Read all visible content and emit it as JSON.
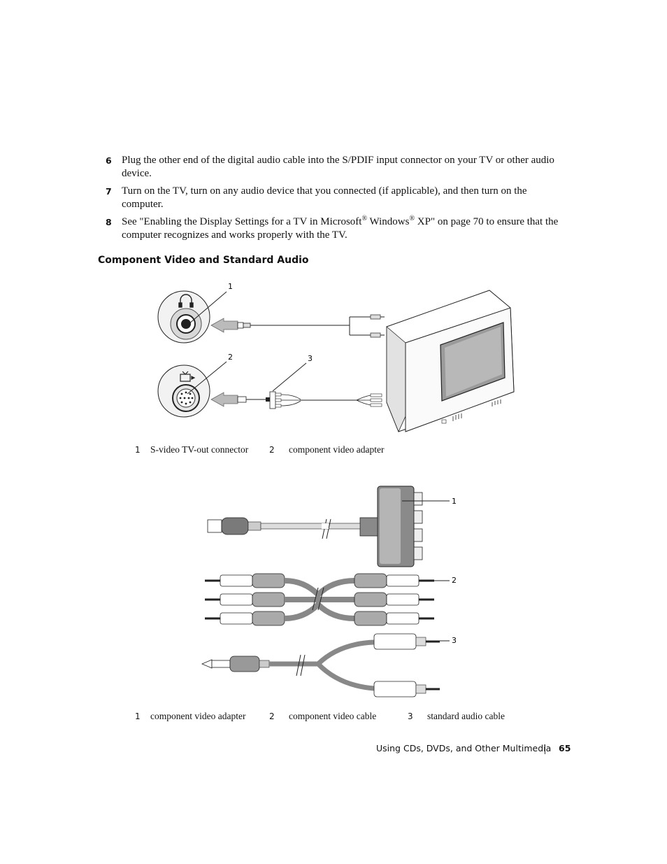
{
  "steps": [
    {
      "num": "6",
      "text": "Plug the other end of the digital audio cable into the S/PDIF input connector on your TV or other audio device."
    },
    {
      "num": "7",
      "text": "Turn on the TV, turn on any audio device that you connected (if applicable), and then turn on the computer."
    },
    {
      "num": "8",
      "text_a": "See \"Enabling the Display Settings for a TV in Microsoft",
      "sup1": "®",
      "text_b": " Windows",
      "sup2": "®",
      "text_c": " XP\" on page 70 to ensure that the computer recognizes and works properly with the TV."
    }
  ],
  "section_heading": "Component Video and Standard Audio",
  "figure1": {
    "callouts": [
      "1",
      "2",
      "3"
    ],
    "icons": [
      "headphone-icon",
      "tv-out-icon"
    ],
    "caption": [
      {
        "num": "1",
        "label": "S-video TV-out connector"
      },
      {
        "num": "2",
        "label": "component video adapter"
      }
    ]
  },
  "figure2": {
    "callouts": [
      "1",
      "2",
      "3"
    ],
    "caption": [
      {
        "num": "1",
        "label": "component video adapter"
      },
      {
        "num": "2",
        "label": "component video cable"
      },
      {
        "num": "3",
        "label": "standard audio cable"
      }
    ]
  },
  "footer": {
    "chapter": "Using CDs, DVDs, and Other Multimedia",
    "page": "65"
  }
}
